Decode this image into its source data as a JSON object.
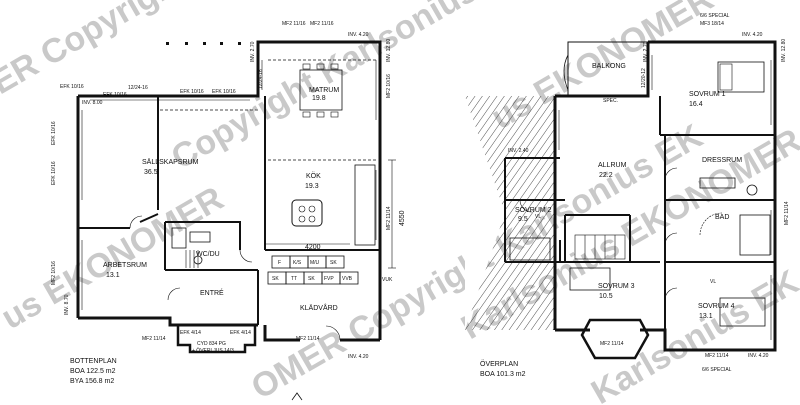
{
  "watermark": "EKONOMER Copyright Karlsonius",
  "ground": {
    "rooms": {
      "matrum": "MATRUM",
      "matrum_area": "19.8",
      "sallskapsrum": "SÄLLSKAPSRUM",
      "sallskapsrum_area": "36.5",
      "kok": "KÖK",
      "kok_area": "19.3",
      "arbetsrum": "ARBETSRUM",
      "arbetsrum_area": "13.1",
      "wc": "WC/DU",
      "entre": "ENTRÉ",
      "kladvard": "KLÄDVÅRD"
    },
    "labels": {
      "efk_top_left": "EFK 10/16",
      "efk_top_mid": "EFK 10/16",
      "range_top": "12/24-16",
      "efk_mid_1": "EFK 10/16",
      "efk_mid_2": "EFK 10/16",
      "range_mat": "12/24-16",
      "mf2_top": "MF2 11/16",
      "mf2_top_2": "MF2 11/16",
      "inv_420_top": "INV. 4.20",
      "inv_800": "INV. 8.00",
      "inv_870": "INV. 8.70",
      "efk_left_1": "EFK 10/16",
      "efk_left_2": "EFK 10/16",
      "mf2_left": "MF2 10/16",
      "inv_270": "INV. 2.70",
      "inv_1280": "INV. 12.80",
      "mf2_right_1": "MF2 10/16",
      "mf2_right_2": "MF2 11/14",
      "mf2_bottom_left": "MF2 11/14",
      "mf2_bottom_right": "MF2 11/14",
      "inv_420_bottom": "INV. 4.20",
      "efk_bottom_1": "EFK 4/14",
      "efk_bottom_2": "EFK 4/14",
      "cyd": "CYD 834 PG",
      "overljus": "+ ÖVERLJUS 14/3",
      "vuk": "VUK",
      "dim_4550": "4550",
      "dim_4200": "4200",
      "kitchen_row1": [
        "F",
        "K/S",
        "M/U",
        "SK"
      ],
      "kitchen_row2": [
        "SK",
        "TT",
        "SK",
        "FVP",
        "VVB"
      ]
    },
    "caption": {
      "title": "BOTTENPLAN",
      "boa": "BOA 122.5 m2",
      "bya": "BYA 156.8 m2"
    }
  },
  "upper": {
    "rooms": {
      "balkong": "BALKONG",
      "sovrum1": "SOVRUM 1",
      "sovrum1_area": "16.4",
      "allrum": "ALLRUM",
      "allrum_area": "22.2",
      "dressrum": "DRESSRUM",
      "sovrum2": "SOVRUM 2",
      "sovrum2_area": "9.5",
      "bad": "BAD",
      "sovrum3": "SOVRUM 3",
      "sovrum3_area": "10.5",
      "sovrum4": "SOVRUM 4",
      "sovrum4_area": "13.1"
    },
    "labels": {
      "special_top": "6/6 SPECIAL",
      "mf3": "MF3 18/14",
      "inv_420_top": "INV. 4.20",
      "inv_270": "INV. 2.70",
      "inv_1280": "INV. 12.80",
      "range": "12/20-12",
      "spec": "SPEC.",
      "inv_240": "INV. 2.40",
      "mf2_right": "MF2 11/14",
      "mf2_bottom": "MF2 11/14",
      "inv_420_bottom": "INV. 4.20",
      "special_bottom": "6/6 SPECIAL",
      "mf2_bottom_2": "MF2 11/14",
      "vl": "VL"
    },
    "caption": {
      "title": "ÖVERPLAN",
      "boa": "BOA 101.3 m2"
    }
  }
}
